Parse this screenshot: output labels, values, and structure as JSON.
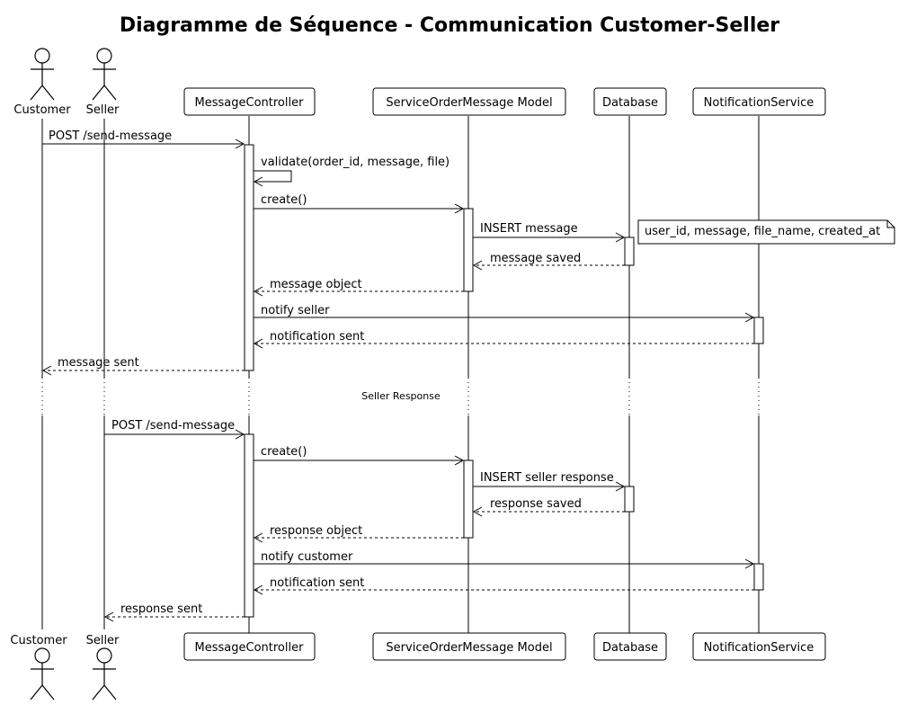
{
  "title": "Diagramme de Séquence - Communication Customer-Seller",
  "actors": [
    {
      "id": "customer",
      "label": "Customer"
    },
    {
      "id": "seller",
      "label": "Seller"
    }
  ],
  "participants": [
    {
      "id": "controller",
      "label": "MessageController"
    },
    {
      "id": "model",
      "label": "ServiceOrderMessage Model"
    },
    {
      "id": "database",
      "label": "Database"
    },
    {
      "id": "notification",
      "label": "NotificationService"
    }
  ],
  "messages": [
    {
      "id": "m1",
      "from": "customer",
      "to": "controller",
      "label": "POST /send-message",
      "style": "solid"
    },
    {
      "id": "m2",
      "from": "controller",
      "to": "controller",
      "label": "validate(order_id, message, file)",
      "style": "self"
    },
    {
      "id": "m3",
      "from": "controller",
      "to": "model",
      "label": "create()",
      "style": "solid"
    },
    {
      "id": "m4",
      "from": "model",
      "to": "database",
      "label": "INSERT message",
      "style": "solid"
    },
    {
      "id": "m5",
      "from": "database",
      "to": "model",
      "label": "message saved",
      "style": "dashed"
    },
    {
      "id": "m6",
      "from": "model",
      "to": "controller",
      "label": "message object",
      "style": "dashed"
    },
    {
      "id": "m7",
      "from": "controller",
      "to": "notification",
      "label": "notify seller",
      "style": "solid"
    },
    {
      "id": "m8",
      "from": "notification",
      "to": "controller",
      "label": "notification sent",
      "style": "dashed"
    },
    {
      "id": "m9",
      "from": "controller",
      "to": "customer",
      "label": "message sent",
      "style": "dashed"
    },
    {
      "id": "m10",
      "from": "seller",
      "to": "controller",
      "label": "POST /send-message",
      "style": "solid"
    },
    {
      "id": "m11",
      "from": "controller",
      "to": "model",
      "label": "create()",
      "style": "solid"
    },
    {
      "id": "m12",
      "from": "model",
      "to": "database",
      "label": "INSERT seller response",
      "style": "solid"
    },
    {
      "id": "m13",
      "from": "database",
      "to": "model",
      "label": "response saved",
      "style": "dashed"
    },
    {
      "id": "m14",
      "from": "model",
      "to": "controller",
      "label": "response object",
      "style": "dashed"
    },
    {
      "id": "m15",
      "from": "controller",
      "to": "notification",
      "label": "notify customer",
      "style": "solid"
    },
    {
      "id": "m16",
      "from": "notification",
      "to": "controller",
      "label": "notification sent",
      "style": "dashed"
    },
    {
      "id": "m17",
      "from": "controller",
      "to": "seller",
      "label": "response sent",
      "style": "dashed"
    }
  ],
  "note": {
    "text": "user_id, message, file_name, created_at",
    "attached_to": "database"
  },
  "divider": {
    "label": "Seller Response"
  }
}
